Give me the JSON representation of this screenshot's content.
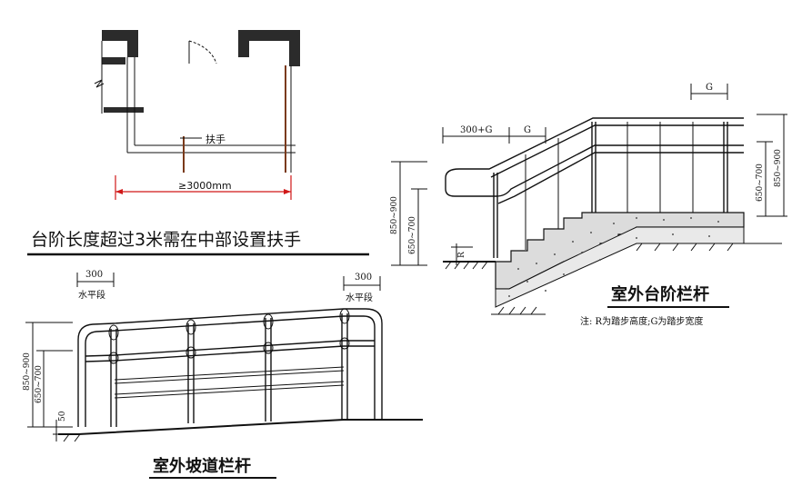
{
  "plan": {
    "handrail_label": "扶手",
    "length_dim": "≥3000mm",
    "caption": "台阶长度超过3米需在中部设置扶手",
    "colors": {
      "dimension_red": "#d01818",
      "wall_dark": "#2b2b2b",
      "post_brown": "#7a3a1a"
    }
  },
  "stair": {
    "dim_300g": "300+G",
    "dim_g_left": "G",
    "dim_g_top": "G",
    "dim_r": "R",
    "dim_850_900_left": "850~900",
    "dim_650_700_left": "650~700",
    "dim_650_700_right": "650~700",
    "dim_850_900_right": "850~900",
    "title": "室外台阶栏杆",
    "note": "注: R为踏步高度;G为踏步宽度"
  },
  "ramp": {
    "left_300": "300",
    "left_flat": "水平段",
    "right_300": "300",
    "right_flat": "水平段",
    "dim_850_900": "850~900",
    "dim_650_700": "650~700",
    "dim_50": "50",
    "title": "室外坡道栏杆"
  }
}
